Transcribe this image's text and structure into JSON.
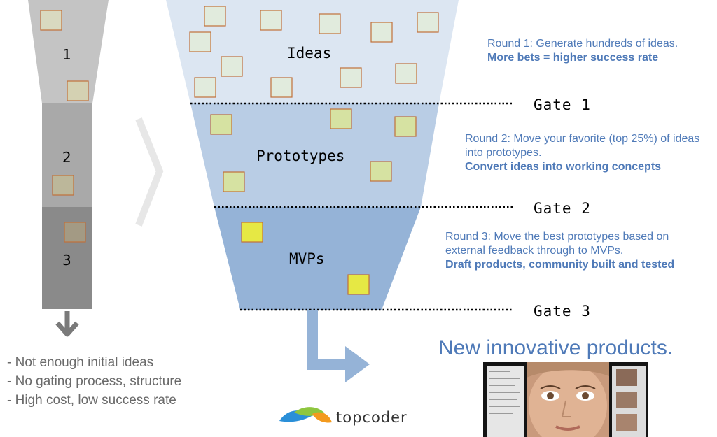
{
  "left_column": {
    "stage_labels": [
      "1",
      "2",
      "3"
    ],
    "problems": [
      "- Not enough initial ideas",
      "- No gating process, structure",
      "- High cost, low success rate"
    ]
  },
  "funnel": {
    "stages": [
      "Ideas",
      "Prototypes",
      "MVPs"
    ],
    "gates": [
      "Gate 1",
      "Gate 2",
      "Gate 3"
    ]
  },
  "rounds": [
    {
      "text": "Round 1: Generate hundreds of ideas.",
      "bold": "More bets = higher success rate"
    },
    {
      "text": "Round 2: Move your favorite (top 25%) of ideas into prototypes.",
      "bold": "Convert ideas into working concepts"
    },
    {
      "text": "Round 3: Move the best prototypes based on external feedback through to MVPs.",
      "bold": "Draft products, community built and tested"
    }
  ],
  "outcome": {
    "headline": "New innovative products."
  },
  "logo": {
    "text": "topcoder"
  },
  "colors": {
    "ideas_band": "#dce6f2",
    "prototypes_band": "#b9cde5",
    "mvps_band": "#95b3d7",
    "text_accent": "#4f7ab8",
    "arrow": "#95b3d7"
  }
}
